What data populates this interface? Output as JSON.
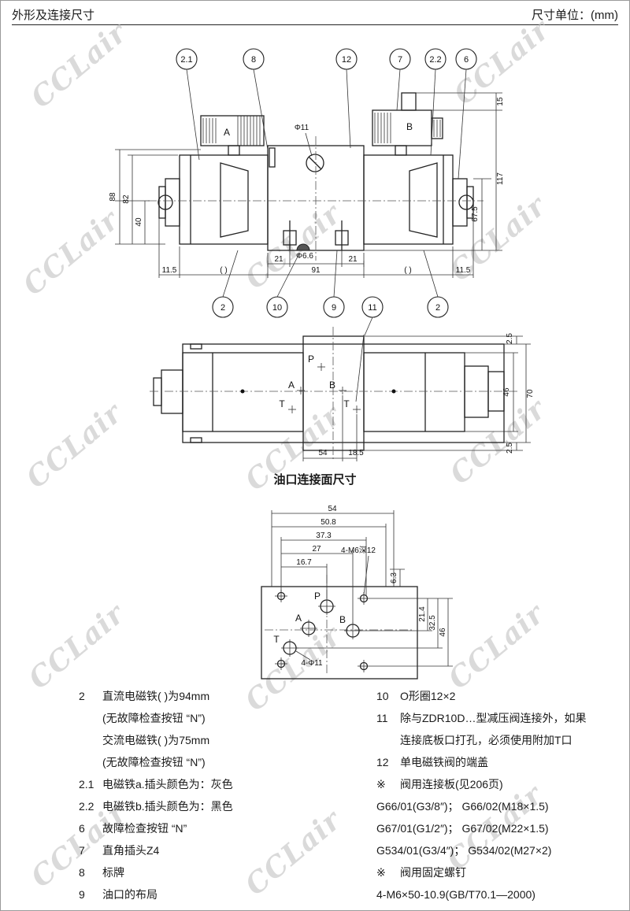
{
  "page": {
    "header_left": "外形及连接尺寸",
    "header_right": "尺寸单位：(mm)",
    "watermark": "CCLair",
    "section_title": "油口连接面尺寸"
  },
  "front_view": {
    "callouts_top": [
      "2.1",
      "8",
      "12",
      "7",
      "2.2",
      "6"
    ],
    "callouts_bottom": [
      "2",
      "10",
      "9",
      "11",
      "2"
    ],
    "plug_a": "A",
    "plug_b": "B",
    "dim_phi11": "Φ11",
    "dim_phi66": "Φ6.6",
    "dim_88": "88",
    "dim_82": "82",
    "dim_40": "40",
    "dim_15": "15",
    "dim_117": "117",
    "dim_67_5": "67.5",
    "dim_11_5_l": "11.5",
    "dim_paren_l": "(  )",
    "dim_21_l": "21",
    "dim_91": "91",
    "dim_21_r": "21",
    "dim_paren_r": "(  )",
    "dim_11_5_r": "11.5"
  },
  "top_view": {
    "port_p": "P",
    "port_a": "A",
    "port_b": "B",
    "port_t1": "T",
    "port_t2": "T",
    "dim_54": "54",
    "dim_18_5": "18.5",
    "dim_46": "46",
    "dim_70": "70",
    "dim_2_5_top": "2.5",
    "dim_2_5_bot": "2.5"
  },
  "mount_face": {
    "dim_54": "54",
    "dim_50_8": "50.8",
    "dim_37_3": "37.3",
    "dim_27": "27",
    "dim_16_7": "16.7",
    "dim_6_3": "6.3",
    "dim_21_4": "21.4",
    "dim_32_5": "32.5",
    "dim_46": "46",
    "label_m6": "4-M6深12",
    "label_phi11": "4-Φ11",
    "port_p": "P",
    "port_a": "A",
    "port_b": "B",
    "port_t": "T"
  },
  "notes_left": [
    {
      "num": "2",
      "text": "直流电磁铁(  )为94mm"
    },
    {
      "num": "",
      "text": "(无故障检查按钮 “N”)"
    },
    {
      "num": "",
      "text": "交流电磁铁(  )为75mm"
    },
    {
      "num": "",
      "text": "(无故障检查按钮 “N”)"
    },
    {
      "num": "2.1",
      "text": "电磁铁a.插头颜色为：灰色"
    },
    {
      "num": "2.2",
      "text": "电磁铁b.插头颜色为：黑色"
    },
    {
      "num": "6",
      "text": "故障检查按钮 “N”"
    },
    {
      "num": "7",
      "text": "直角插头Z4"
    },
    {
      "num": "8",
      "text": "标牌"
    },
    {
      "num": "9",
      "text": "油口的布局"
    }
  ],
  "notes_right": [
    {
      "num": "10",
      "text": "O形圈12×2"
    },
    {
      "num": "11",
      "text": "除与ZDR10D…型减压阀连接外，如果"
    },
    {
      "num": "",
      "text": "连接底板口打孔，必须使用附加T口"
    },
    {
      "num": "12",
      "text": "单电磁铁阀的端盖"
    },
    {
      "num": "※",
      "text": "阀用连接板(见206页)"
    },
    {
      "num": "",
      "text": "G66/01(G3/8″)； G66/02(M18×1.5)"
    },
    {
      "num": "",
      "text": "G67/01(G1/2″)； G67/02(M22×1.5)"
    },
    {
      "num": "",
      "text": "G534/01(G3/4″)； G534/02(M27×2)"
    },
    {
      "num": "※",
      "text": "阀用固定螺钉"
    },
    {
      "num": "",
      "text": "4-M6×50-10.9(GB/T70.1—2000)"
    }
  ]
}
